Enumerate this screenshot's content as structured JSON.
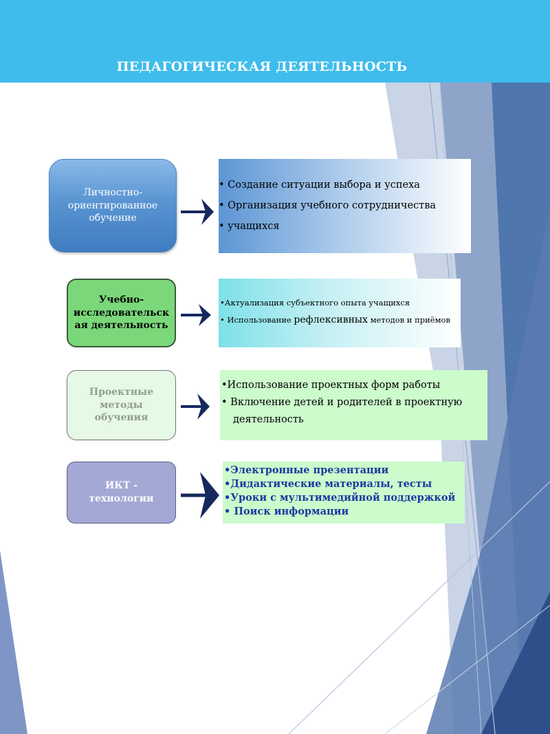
{
  "header": {
    "title": "ПЕДАГОГИЧЕСКАЯ ДЕЯТЕЛЬНОСТЬ"
  },
  "rows": [
    {
      "label_lines": [
        "Личностно-",
        "ориентированное",
        "обучение"
      ],
      "items": [
        "• Создание ситуации выбора и успеха",
        "• Организация учебного сотрудничества",
        "• учащихся"
      ]
    },
    {
      "label_lines": [
        "Учебно-",
        "исследовательск",
        "ая деятельность"
      ],
      "items": [
        "•Актуализация субъектного опыта учащихся"
      ],
      "item2": {
        "before": "• Использование ",
        "emph": "рефлексивных",
        "after": " методов и приёмов"
      }
    },
    {
      "label_lines": [
        "Проектные",
        "методы",
        "обучения"
      ],
      "items": [
        "•Использование проектных форм работы",
        "• Включение детей и родителей в проектную",
        "деятельность"
      ]
    },
    {
      "label_lines": [
        "ИКТ -",
        "технологии"
      ],
      "items": [
        "•Электронные презентации",
        "•Дидактические материалы, тесты",
        "•Уроки с мультимедийной поддержкой",
        "• Поиск информации"
      ]
    }
  ],
  "colors": {
    "header": "#3fbcec",
    "arrow": "#17285e",
    "decor_dark": "#2f4f8a",
    "decor_mid": "#5a7fb5",
    "decor_light": "#a9bcd8"
  }
}
